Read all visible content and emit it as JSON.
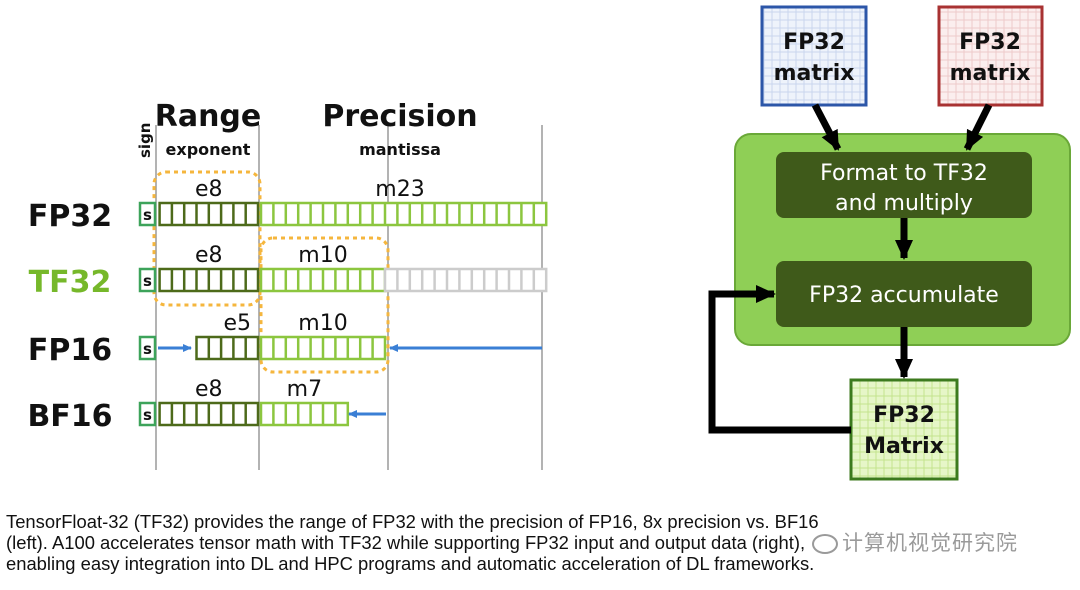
{
  "left_diagram": {
    "headers": {
      "sign": "sign",
      "range": "Range",
      "range_sub": "exponent",
      "precision": "Precision",
      "precision_sub": "mantissa"
    },
    "sign_label": "s",
    "rows": [
      {
        "name": "FP32",
        "name_color": "#111111",
        "exp_label": "e8",
        "exp_bits": 8,
        "man_label": "m23",
        "man_bits": 23,
        "unused_bits": 0
      },
      {
        "name": "TF32",
        "name_color": "#76b82a",
        "exp_label": "e8",
        "exp_bits": 8,
        "man_label": "m10",
        "man_bits": 10,
        "unused_bits": 13
      },
      {
        "name": "FP16",
        "name_color": "#111111",
        "exp_label": "e5",
        "exp_bits": 5,
        "man_label": "m10",
        "man_bits": 10,
        "unused_bits": 0
      },
      {
        "name": "BF16",
        "name_color": "#111111",
        "exp_label": "e8",
        "exp_bits": 8,
        "man_label": "m7",
        "man_bits": 7,
        "unused_bits": 0
      }
    ],
    "colors": {
      "exponent": "#4d6a1a",
      "mantissa": "#8cc63f",
      "sign": "#3da35a",
      "unused": "#cccccc",
      "highlight": "#f5b63d",
      "arrow": "#3a7fd5"
    }
  },
  "right_diagram": {
    "input_a": {
      "line1": "FP32",
      "line2": "matrix",
      "border": "#2c56a8"
    },
    "input_b": {
      "line1": "FP32",
      "line2": "matrix",
      "border": "#a83232"
    },
    "container_color": "#8fcf56",
    "step1": {
      "line1": "Format to TF32",
      "line2": "and multiply"
    },
    "step2": {
      "label": "FP32 accumulate"
    },
    "step_color": "#3f5a1a",
    "output": {
      "line1": "FP32",
      "line2": "Matrix",
      "border": "#3c7a1e",
      "fill": "#d6f0a6"
    }
  },
  "caption": {
    "line1": "TensorFloat-32 (TF32) provides the range of FP32 with the precision of FP16, 8x precision vs. BF16",
    "line2": "(left). A100 accelerates tensor math with TF32 while supporting FP32 input and output data (right),",
    "line3": "enabling easy integration into DL and HPC programs and automatic acceleration of DL frameworks."
  },
  "watermark": {
    "text": "计算机视觉研究院"
  }
}
